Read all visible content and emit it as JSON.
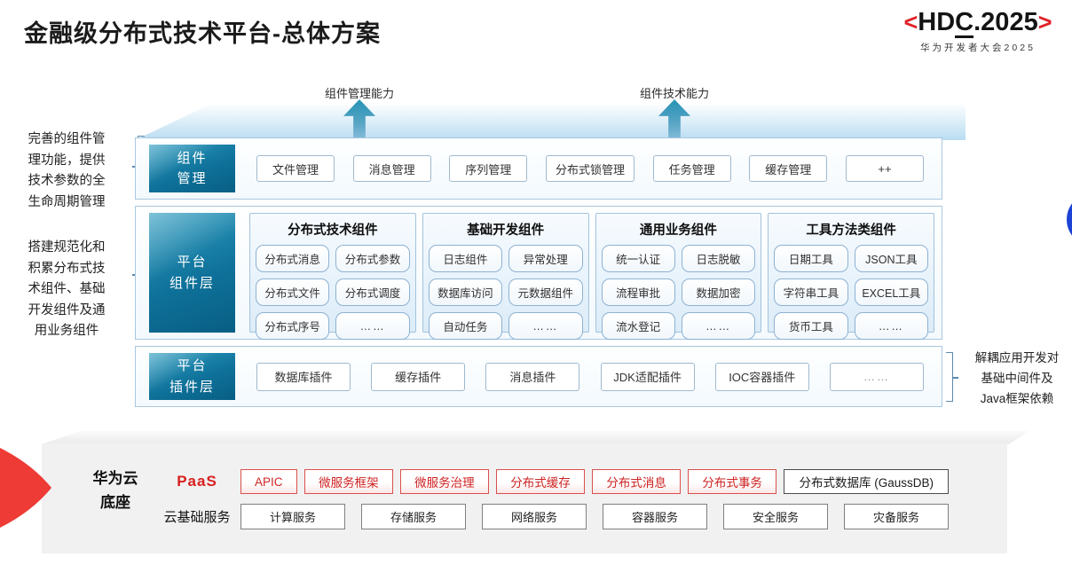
{
  "slide": {
    "title": "金融级分布式技术平台-总体方案"
  },
  "logo": {
    "angle_left": "<",
    "hd": "HD",
    "c": "C",
    "year": ".2025",
    "angle_right": ">",
    "subtitle": "华为开发者大会2025"
  },
  "arrows": {
    "management_capability": "组件管理能力",
    "technical_capability": "组件技术能力"
  },
  "left_notes": {
    "note1": "完善的组件管\n理功能，提供\n技术参数的全\n生命周期管理",
    "note2": "搭建规范化和\n积累分布式技\n术组件、基础\n开发组件及通\n用业务组件"
  },
  "right_note": "解耦应用开发对\n基础中间件及\nJava框架依赖",
  "layers": {
    "management": {
      "label": "组件\n管理",
      "items": [
        "文件管理",
        "消息管理",
        "序列管理",
        "分布式锁管理",
        "任务管理",
        "缓存管理",
        "++"
      ]
    },
    "components": {
      "label": "平台\n组件层",
      "groups": [
        {
          "title": "分布式技术组件",
          "items": [
            "分布式消息",
            "分布式参数",
            "分布式文件",
            "分布式调度",
            "分布式序号",
            "……"
          ]
        },
        {
          "title": "基础开发组件",
          "items": [
            "日志组件",
            "异常处理",
            "数据库访问",
            "元数据组件",
            "自动任务",
            "……"
          ]
        },
        {
          "title": "通用业务组件",
          "items": [
            "统一认证",
            "日志脱敏",
            "流程审批",
            "数据加密",
            "流水登记",
            "……"
          ]
        },
        {
          "title": "工具方法类组件",
          "items": [
            "日期工具",
            "JSON工具",
            "字符串工具",
            "EXCEL工具",
            "货币工具",
            "……"
          ]
        }
      ]
    },
    "plugins": {
      "label": "平台\n插件层",
      "items": [
        "数据库插件",
        "缓存插件",
        "消息插件",
        "JDK适配插件",
        "IOC容器插件",
        "……"
      ]
    }
  },
  "foundation": {
    "label": "华为云\n底座",
    "paas": {
      "label": "PaaS",
      "highlight_items": [
        "APIC",
        "微服务框架",
        "微服务治理",
        "分布式缓存",
        "分布式消息",
        "分布式事务"
      ],
      "normal_item": "分布式数据库 (GaussDB)"
    },
    "cloud": {
      "label": "云基础服务",
      "items": [
        "计算服务",
        "存储服务",
        "网络服务",
        "容器服务",
        "安全服务",
        "灾备服务"
      ]
    }
  },
  "colors": {
    "accent_red": "#e02329",
    "paas_red": "#d8201f",
    "teal_label_dark": "#085e84",
    "teal_label_light": "#2f9cc0",
    "arrow_teal": "#0d6e95",
    "layer_border": "#a9c7e0",
    "chip_border": "#8db2d2",
    "foundation_bg": "#f1f1f1",
    "blue_circle": "#1d43d6"
  }
}
